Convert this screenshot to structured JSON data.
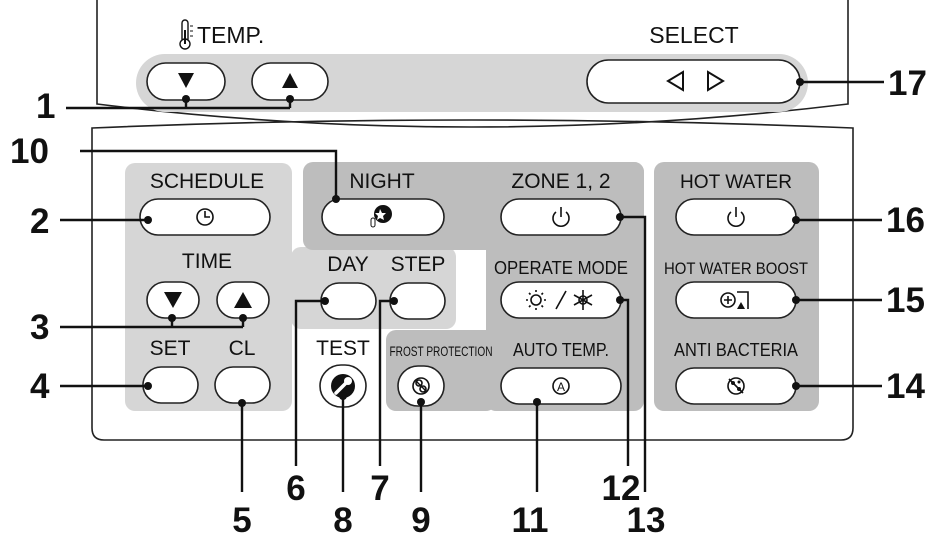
{
  "colors": {
    "panel_fill": "#d6d6d6",
    "panel_fill_dark": "#bdbdbd",
    "outline": "#222222",
    "background": "#ffffff"
  },
  "top": {
    "temp_label": "TEMP.",
    "select_label": "SELECT",
    "temp_down_icon": "triangle-down-icon",
    "temp_up_icon": "triangle-up-icon",
    "select_icon": "left-right-arrows-icon"
  },
  "panel": {
    "schedule": "SCHEDULE",
    "time": "TIME",
    "set": "SET",
    "cl": "CL",
    "night": "NIGHT",
    "day": "DAY",
    "step": "STEP",
    "test": "TEST",
    "zone": "ZONE 1, 2",
    "operate_mode": "OPERATE MODE",
    "frost_protection": "FROST PROTECTION",
    "auto_temp": "AUTO TEMP.",
    "hot_water": "HOT WATER",
    "hot_water_boost": "HOT WATER BOOST",
    "anti_bacteria": "ANTI BACTERIA"
  },
  "callouts": {
    "n1": "1",
    "n2": "2",
    "n3": "3",
    "n4": "4",
    "n5": "5",
    "n6": "6",
    "n7": "7",
    "n8": "8",
    "n9": "9",
    "n10": "10",
    "n11": "11",
    "n12": "12",
    "n13": "13",
    "n14": "14",
    "n15": "15",
    "n16": "16",
    "n17": "17"
  }
}
